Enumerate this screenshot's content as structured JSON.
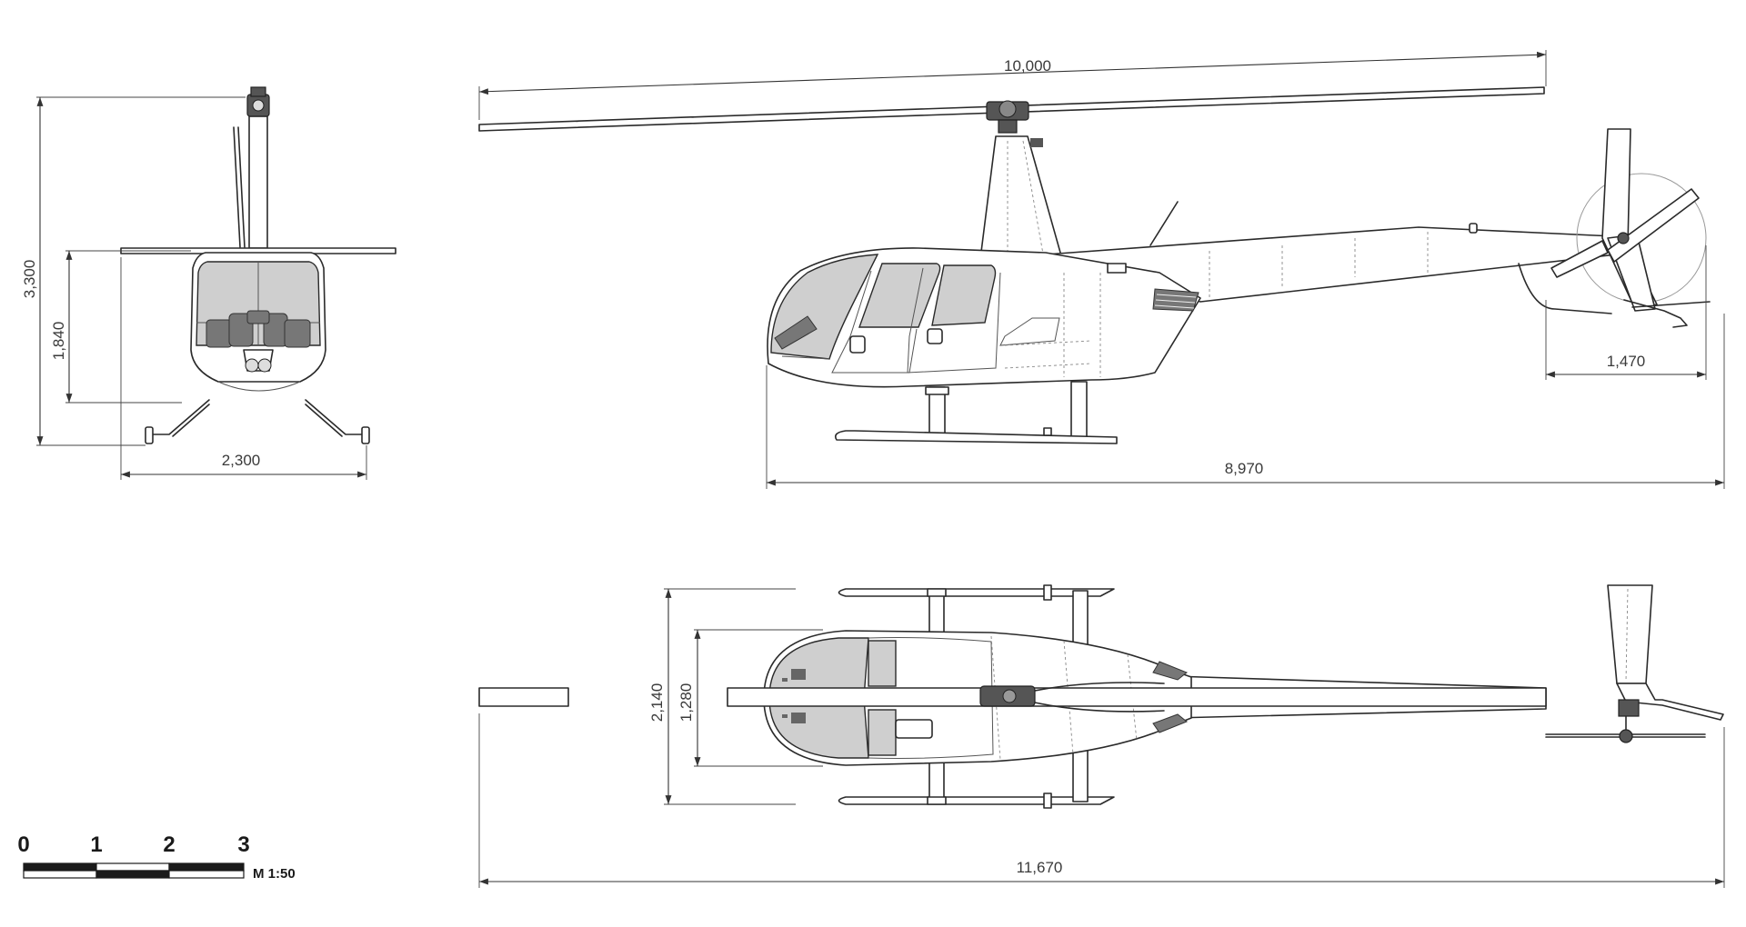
{
  "dimensions": {
    "front_height_total": "3,300",
    "front_height_fuselage": "1,840",
    "front_width": "2,300",
    "rotor_diameter": "10,000",
    "tail_rotor_diameter": "1,470",
    "fuselage_length": "8,970",
    "top_skid_width": "2,140",
    "top_fuselage_width": "1,280",
    "overall_length": "11,670"
  },
  "scale_bar": {
    "ticks": [
      "0",
      "1",
      "2",
      "3"
    ],
    "label": "M 1:50"
  }
}
